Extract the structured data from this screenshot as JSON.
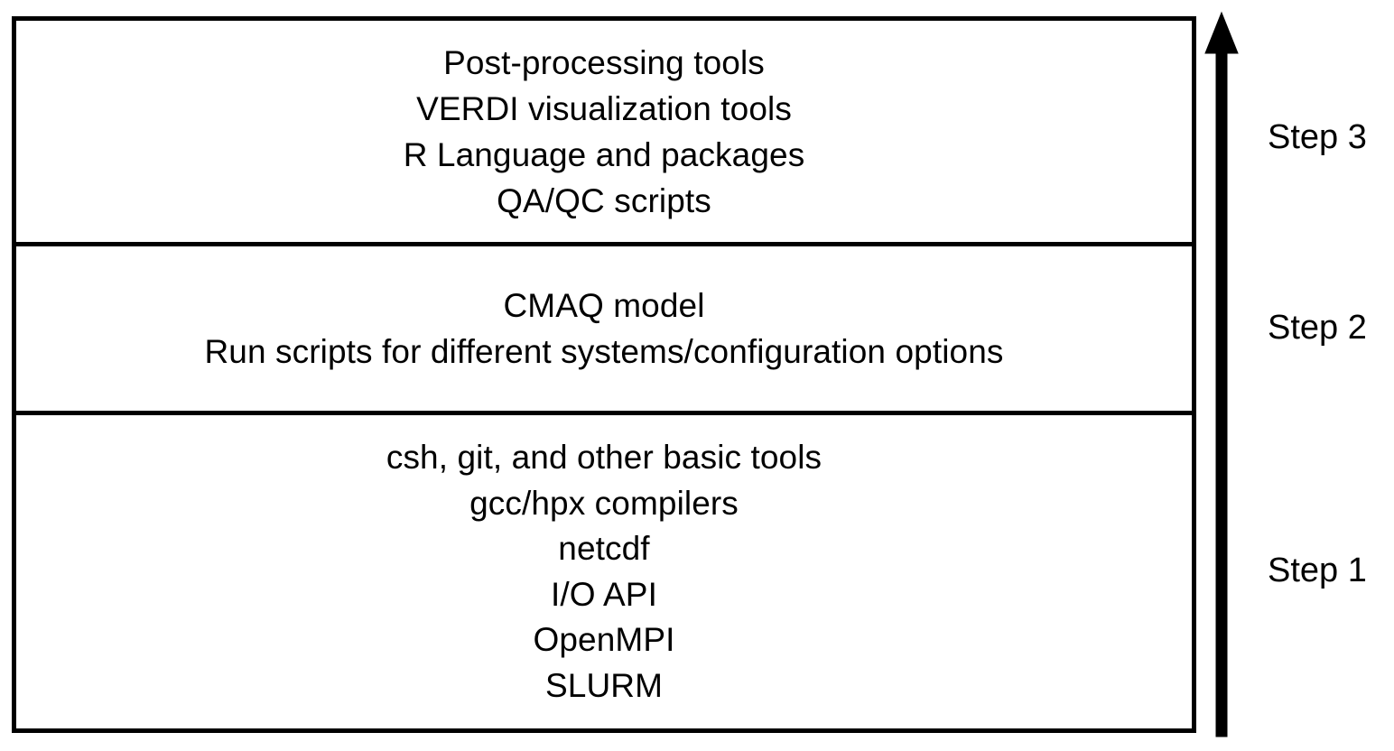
{
  "diagram": {
    "title": "CMAQ installation and workflow step layers",
    "orientation": "vertical-stack-bottom-to-top",
    "colors": {
      "stroke": "#000000",
      "fill": "#ffffff",
      "text": "#000000"
    },
    "arrow": {
      "name": "upward-arrow",
      "direction": "up",
      "meaning": "progression from Step 1 at the bottom to Step 3 at the top"
    },
    "layers": [
      {
        "id": "layer-3",
        "step_label": "Step 3",
        "position": "top",
        "lines": [
          "Post-processing tools",
          "VERDI visualization tools",
          "R Language and packages",
          "QA/QC scripts"
        ]
      },
      {
        "id": "layer-2",
        "step_label": "Step 2",
        "position": "middle",
        "lines": [
          "CMAQ model",
          "Run scripts for different systems/configuration options"
        ]
      },
      {
        "id": "layer-1",
        "step_label": "Step 1",
        "position": "bottom",
        "lines": [
          "csh, git, and other basic tools",
          "gcc/hpx compilers",
          "netcdf",
          "I/O API",
          "OpenMPI",
          "SLURM"
        ]
      }
    ]
  }
}
